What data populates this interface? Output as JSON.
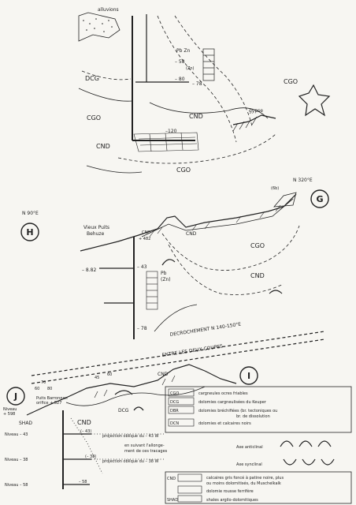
{
  "top_section": {
    "labels": {
      "alluvions": "alluvions",
      "dcg": "DCG",
      "cgo_left": "CGO",
      "cgo_right": "CGO",
      "cgo_bottom": "CGO",
      "cnd_left": "CND",
      "cnd_center": "CND",
      "gypse": "gypse",
      "pb_zn": "Pb Zn",
      "zn": "(Zn)",
      "level_58": "– 58",
      "level_80": "– 80",
      "level_78": "– 78",
      "level_120": "–120"
    }
  },
  "section_h": {
    "badge": "H",
    "bearing": "N 90°E",
    "vieux_puits": "Vieux Puits",
    "behuze": "Behuze",
    "cnd_elev": "CND",
    "elev": "+ 482",
    "cgo": "CGO",
    "cnd_low": "CND",
    "level_82": "– 8.82",
    "level_43": "– 43",
    "pb_zn": "Pb Zn",
    "pb_zn_b": "Pb",
    "zn": "(Zn)",
    "level_78": "– 78"
  },
  "section_g": {
    "badge": "G",
    "bearing": "N 320°E",
    "label_6b": "(6b)",
    "cnd": "CND"
  },
  "fault": {
    "title": "DECROCHEMENT N 140-150°E",
    "subtitle": "ENTRE LES DEUX COUPES"
  },
  "section_j": {
    "badge_j": "J",
    "badge_i": "I",
    "dip_a": "60",
    "dip_b": "70",
    "dip_c": "80",
    "dip_d": "45",
    "dip_e": "60",
    "puits": "Puits Barrongan",
    "orifice": "orifice + 527",
    "niveau_top": "Niveau",
    "niveau_top_elev": "+ 598",
    "shad": "SHAD",
    "cnd_main": "CND",
    "cnd_mid": "CND",
    "dcg": "DCG",
    "niveau_43": "Niveau – 43",
    "niveau_38": "Niveau – 38",
    "niveau_58": "Niveau – 58",
    "v43": "(– 43)",
    "v38": "(– 38)",
    "v58": "– 58",
    "proj_43": "projection oblique du – 43 W",
    "proj_38": "projection oblique du – 38 W",
    "allong_1": "en suivant l'allonge-",
    "allong_2": "ment de ces tracages"
  },
  "legend": {
    "items": [
      {
        "code": "CGO",
        "text": "cargneules ocres friables"
      },
      {
        "code": "DCG",
        "text": "dolomies cargneulisées du Keuper"
      },
      {
        "code": "DBR",
        "text": "dolomies bréchifiées (br. tectoniques ou"
      },
      {
        "code": "",
        "text": "br. de dissolution"
      },
      {
        "code": "DCN",
        "text": "dolomies et calcaires noirs"
      }
    ],
    "axes": [
      {
        "text": "Axe anticlinal"
      },
      {
        "text": "Axe synclinal"
      }
    ],
    "bottom": [
      {
        "code": "CND",
        "text": "calcaires gris foncé à patine noire, plus"
      },
      {
        "code": "",
        "text": "ou moins dolomitisés, du Muschelkalk"
      },
      {
        "code": "",
        "text": "dolomie rousse ferrifère"
      },
      {
        "code": "SHAD",
        "text": "shales argilo-dolomitiques"
      }
    ]
  }
}
